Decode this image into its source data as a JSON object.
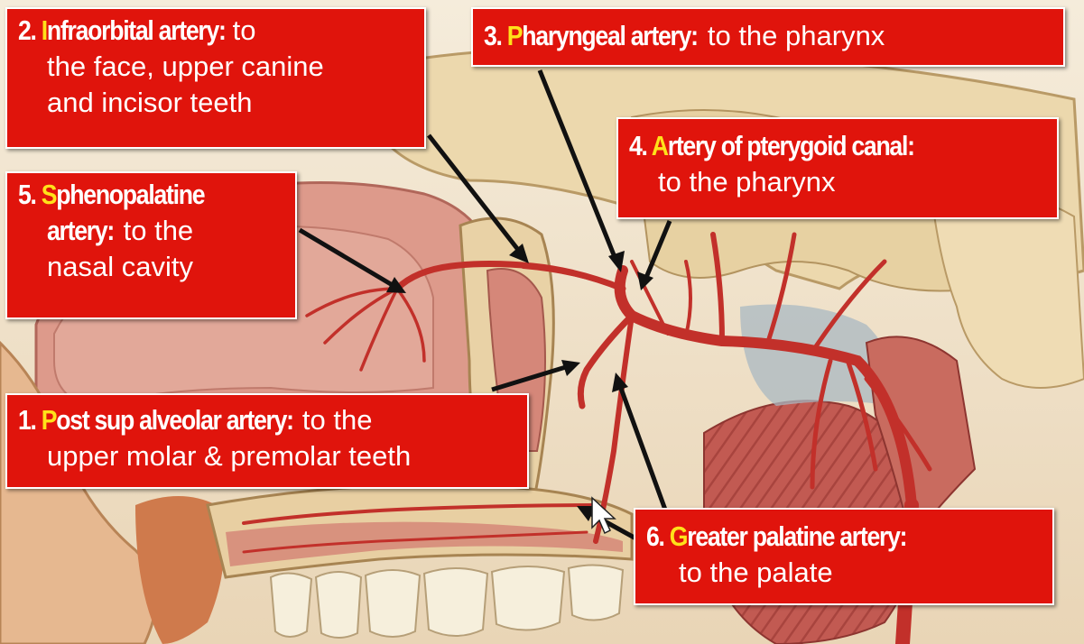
{
  "labels": {
    "infraorbital": {
      "number": "2.",
      "initial": "I",
      "name_rest": "nfraorbital artery:",
      "line1_tail": " to",
      "line2": "the face, upper canine",
      "line3": "and incisor  teeth"
    },
    "pharyngeal": {
      "number": "3.",
      "initial": "P",
      "name_rest": "haryngeal artery:",
      "line1_tail": " to the pharynx"
    },
    "pterygoid_canal": {
      "number": "4.",
      "initial": "A",
      "name_rest": "rtery of pterygoid canal:",
      "line2": "to the pharynx"
    },
    "sphenopalatine": {
      "number": "5.",
      "initial": "S",
      "name_rest": "phenopalatine",
      "line2_bold": "artery:",
      "line2_tail": " to the",
      "line3": "nasal cavity"
    },
    "post_sup_alveolar": {
      "number": "1.",
      "initial": "P",
      "name_rest": "ost sup alveolar artery:",
      "line1_tail": " to the",
      "line2": "upper molar & premolar teeth"
    },
    "greater_palatine": {
      "number": "6.",
      "initial": "G",
      "name_rest": "reater palatine artery:",
      "line2": "to the palate"
    }
  },
  "colors": {
    "label_background": "#e0140c",
    "label_text": "#ffffff",
    "initial_letter": "#ffe21a",
    "arrow": "#111111",
    "artery": "#c2302a",
    "bone": "#ecd9b0",
    "mucosa": "#d98f82",
    "muscle": "#c9645a"
  }
}
